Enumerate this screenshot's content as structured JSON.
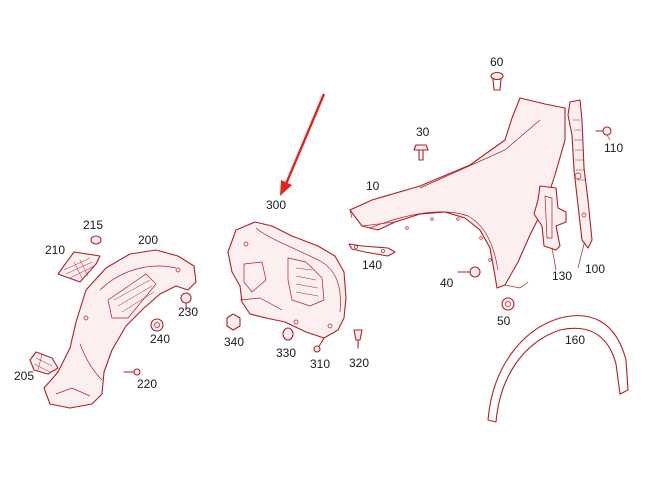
{
  "accent_color": "#e3231c",
  "line_color": "#b21f24",
  "callouts": {
    "c10": "10",
    "c30": "30",
    "c40": "40",
    "c50": "50",
    "c60": "60",
    "c100": "100",
    "c110": "110",
    "c130": "130",
    "c140": "140",
    "c160": "160",
    "c200": "200",
    "c205": "205",
    "c210": "210",
    "c215": "215",
    "c220": "220",
    "c230": "230",
    "c240": "240",
    "c300": "300",
    "c310": "310",
    "c320": "320",
    "c330": "330",
    "c340": "340"
  }
}
